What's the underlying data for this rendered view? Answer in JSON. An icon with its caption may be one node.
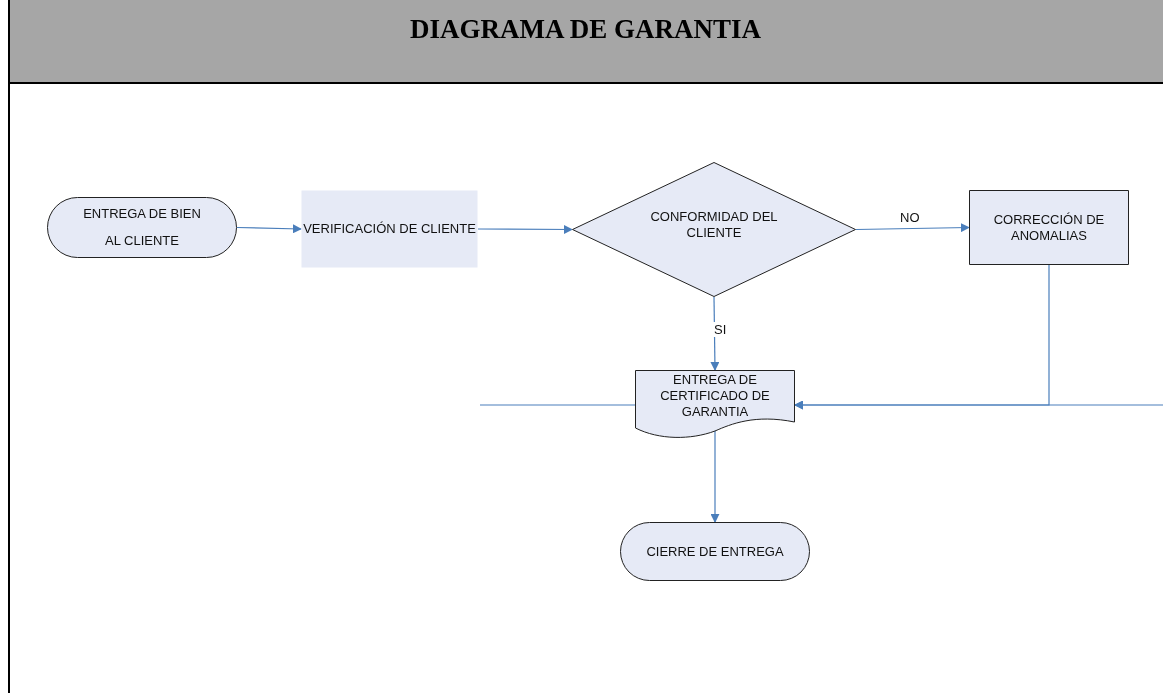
{
  "diagram": {
    "title": "DIAGRAMA DE GARANTIA",
    "nodes": [
      {
        "text": [
          "ENTREGA DE BIEN",
          "AL CLIENTE"
        ]
      },
      {
        "text": [
          "VERIFICACIÓN DE CLIENTE"
        ]
      },
      {
        "text": [
          "CONFORMIDAD DEL CLIENTE"
        ]
      },
      {
        "text": [
          "CORRECCIÓN DE ANOMALIAS"
        ]
      },
      {
        "text": [
          "ENTREGA DE CERTIFICADO DE GARANTIA"
        ]
      },
      {
        "text": [
          "CIERRE DE ENTREGA"
        ]
      }
    ],
    "edges": [
      {
        "from": 0,
        "to": 1,
        "arrow": "to"
      },
      {
        "from": 1,
        "to": 2,
        "arrow": "to"
      },
      {
        "from": 2,
        "to": 3,
        "arrow": "to",
        "label": "NO"
      },
      {
        "from": 2,
        "to": 4,
        "arrow": "to",
        "label": "SI"
      },
      {
        "from": 3,
        "to": 4,
        "arrow": "to"
      },
      {
        "from": null,
        "to": 4,
        "arrow": "to"
      },
      {
        "from": 4,
        "to": 5,
        "arrow": "to"
      }
    ]
  }
}
